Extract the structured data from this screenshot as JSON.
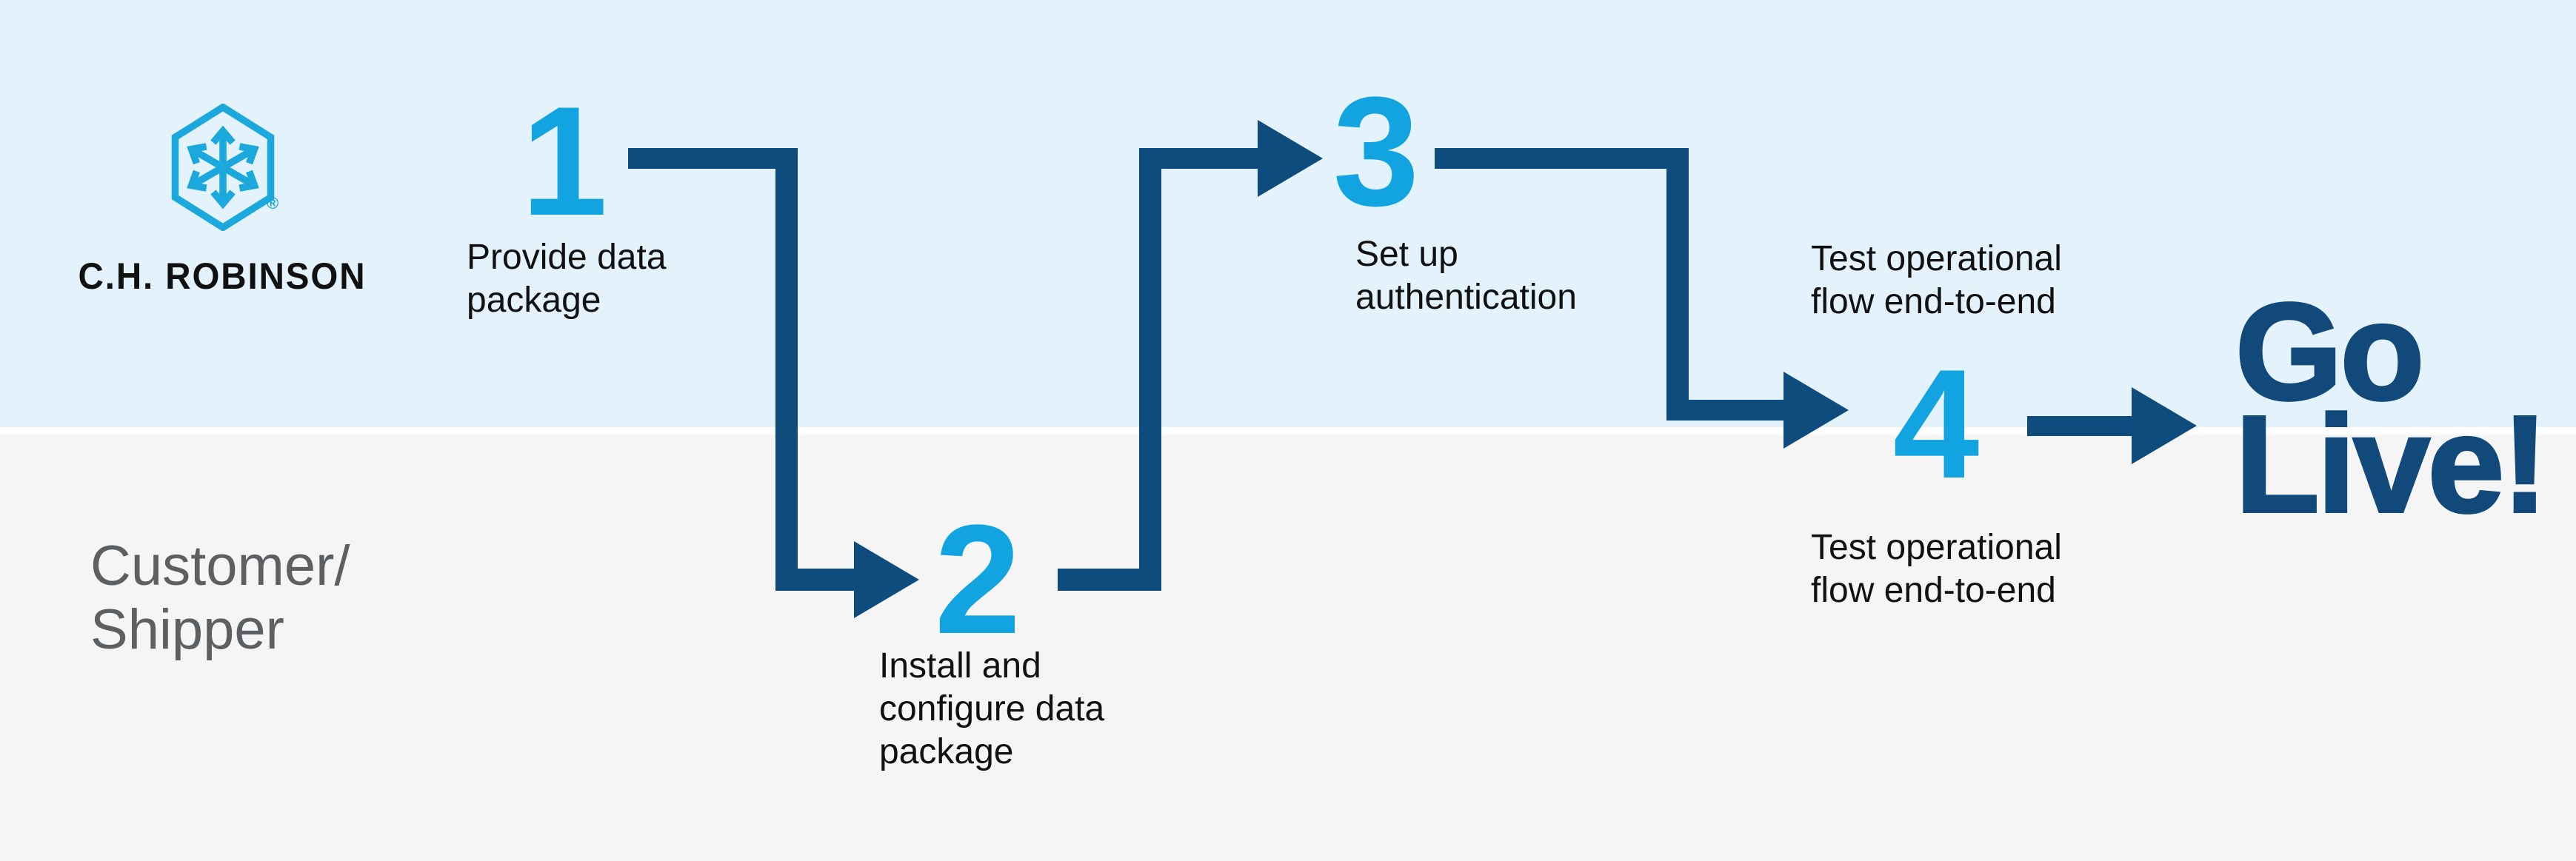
{
  "brand": {
    "wordmark": "C.H. ROBINSON",
    "registered_mark": "®"
  },
  "lanes": {
    "bottom_label": "Customer/\nShipper"
  },
  "steps": [
    {
      "number": "1",
      "label": "Provide data\npackage"
    },
    {
      "number": "2",
      "label": "Install and\nconfigure data\npackage"
    },
    {
      "number": "3",
      "label": "Set up\nauthentication"
    },
    {
      "number": "4",
      "label_top": "Test operational\nflow end-to-end",
      "label_bottom": "Test operational\nflow end-to-end"
    }
  ],
  "outcome": {
    "label": "Go\nLive!"
  },
  "colors": {
    "lane_top_bg": "#E3F2FB",
    "lane_bottom_bg": "#F5F5F6",
    "lane_divider": "#FFFFFF",
    "step_number_cyan": "#12A4E0",
    "logo_cyan": "#1BA8DD",
    "arrow_navy": "#0D4C7D",
    "go_live_navy": "#11497B",
    "step_text": "#111111",
    "lane_label_gray": "#5D6063"
  }
}
